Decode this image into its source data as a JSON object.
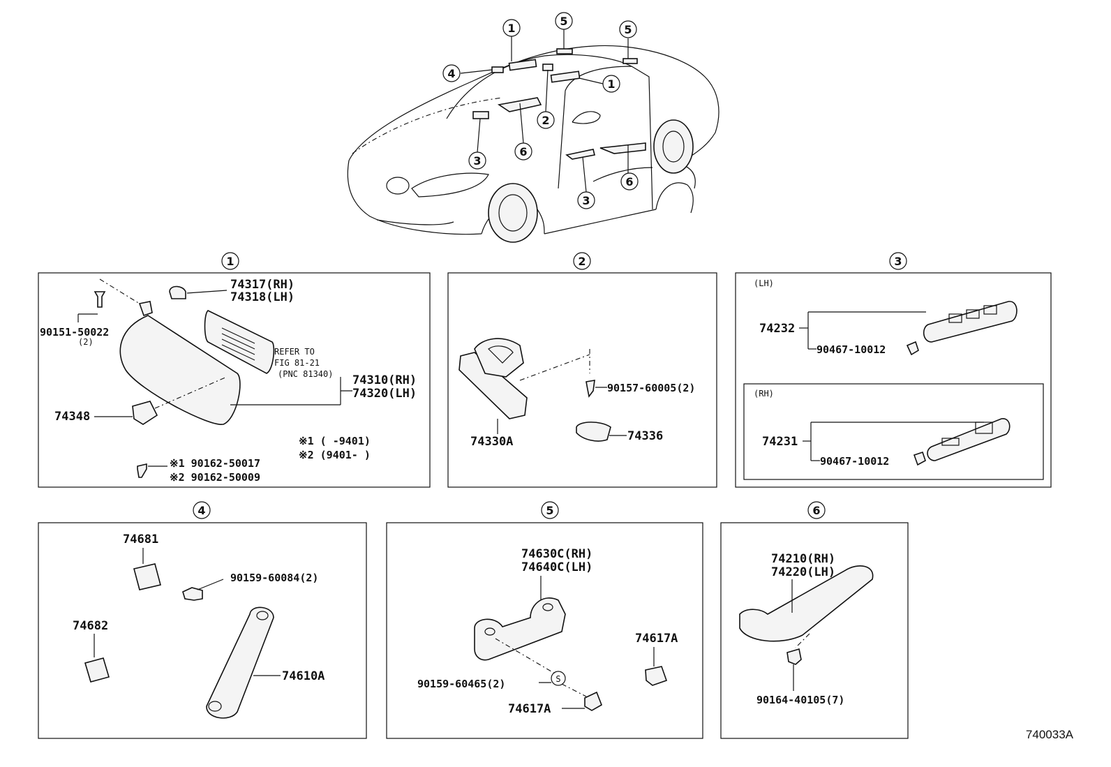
{
  "diagram_code": "740033A",
  "callout_numbers": [
    "1",
    "2",
    "3",
    "4",
    "5",
    "6"
  ],
  "overview_callouts": [
    {
      "num": "1"
    },
    {
      "num": "5"
    },
    {
      "num": "5"
    },
    {
      "num": "4"
    },
    {
      "num": "1"
    },
    {
      "num": "2"
    },
    {
      "num": "3"
    },
    {
      "num": "6"
    },
    {
      "num": "6"
    },
    {
      "num": "3"
    }
  ],
  "panel1": {
    "num": "1",
    "parts": {
      "p74317": "74317(RH)",
      "p74318": "74318(LH)",
      "p90151": "90151-50022",
      "p90151_qty": "(2)",
      "refer1": "REFER TO",
      "refer2": "FIG 81-21",
      "refer3": "(PNC 81340)",
      "p74310": "74310(RH)",
      "p74320": "74320(LH)",
      "p74348": "74348",
      "note1": "※1 (      -9401)",
      "note2": "※2 (9401-      )",
      "p90162a": "※1 90162-50017",
      "p90162b": "※2 90162-50009"
    }
  },
  "panel2": {
    "num": "2",
    "parts": {
      "p74330A": "74330A",
      "p90157": "90157-60005(2)",
      "p74336": "74336"
    }
  },
  "panel3": {
    "num": "3",
    "lh": "(LH)",
    "rh": "(RH)",
    "parts": {
      "p74232": "74232",
      "p90467a": "90467-10012",
      "p74231": "74231",
      "p90467b": "90467-10012"
    }
  },
  "panel4": {
    "num": "4",
    "parts": {
      "p74681": "74681",
      "p90159": "90159-60084(2)",
      "p74682": "74682",
      "p74610A": "74610A"
    }
  },
  "panel5": {
    "num": "5",
    "parts": {
      "p74630C": "74630C(RH)",
      "p74640C": "74640C(LH)",
      "p74617A_1": "74617A",
      "p90159": "90159-60465(2)",
      "s": "S",
      "p74617A_2": "74617A"
    }
  },
  "panel6": {
    "num": "6",
    "parts": {
      "p74210": "74210(RH)",
      "p74220": "74220(LH)",
      "p90164": "90164-40105(7)"
    }
  }
}
